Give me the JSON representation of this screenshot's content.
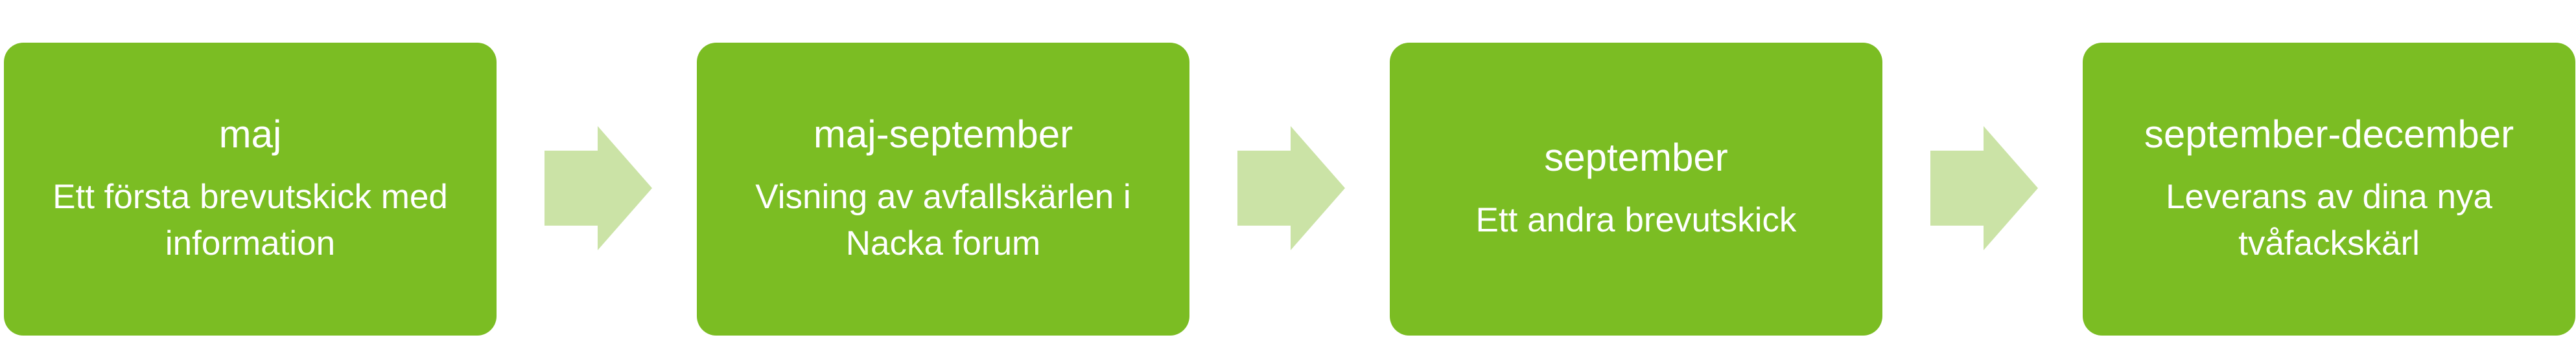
{
  "colors": {
    "step_fill": "#7bbd23",
    "arrow_fill": "#cbe3a6",
    "text": "#ffffff"
  },
  "steps": [
    {
      "title": "maj",
      "description": "Ett första brevutskick med information"
    },
    {
      "title": "maj-september",
      "description": "Visning av avfallskärlen i Nacka forum"
    },
    {
      "title": "september",
      "description": "Ett andra brevutskick"
    },
    {
      "title": "september-december",
      "description": "Leverans av dina nya tvåfackskärl"
    }
  ],
  "arrows": [
    {
      "icon": "right-arrow-icon"
    },
    {
      "icon": "right-arrow-icon"
    },
    {
      "icon": "right-arrow-icon"
    }
  ]
}
